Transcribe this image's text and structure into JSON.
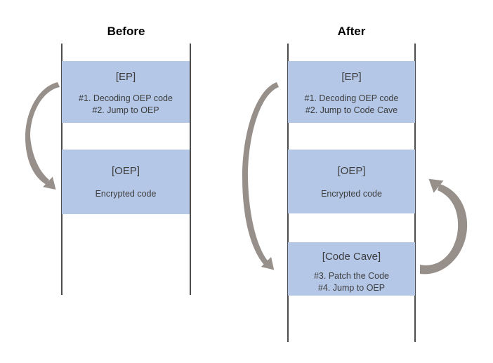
{
  "colors": {
    "box_fill": "#b4c7e7",
    "column_line": "#4d4d4d",
    "arrow": "#968f8a",
    "box_text": "#3d3d3d",
    "title_text": "#000000",
    "background": "#ffffff"
  },
  "before": {
    "title": "Before",
    "blocks": [
      {
        "heading": "[EP]",
        "lines": [
          "#1. Decoding OEP code",
          "#2. Jump to OEP"
        ]
      },
      {
        "heading": "[OEP]",
        "lines": [
          "Encrypted code"
        ]
      }
    ],
    "arrow_icons": [
      "curved-arrow-ep-to-oep-icon"
    ]
  },
  "after": {
    "title": "After",
    "blocks": [
      {
        "heading": "[EP]",
        "lines": [
          "#1. Decoding OEP code",
          "#2. Jump to Code Cave"
        ]
      },
      {
        "heading": "[OEP]",
        "lines": [
          "Encrypted code"
        ]
      },
      {
        "heading": "[Code Cave]",
        "lines": [
          "#3. Patch the Code",
          "#4. Jump to OEP"
        ]
      }
    ],
    "arrow_icons": [
      "curved-arrow-ep-to-code-cave-icon",
      "curved-arrow-code-cave-to-oep-icon"
    ]
  }
}
